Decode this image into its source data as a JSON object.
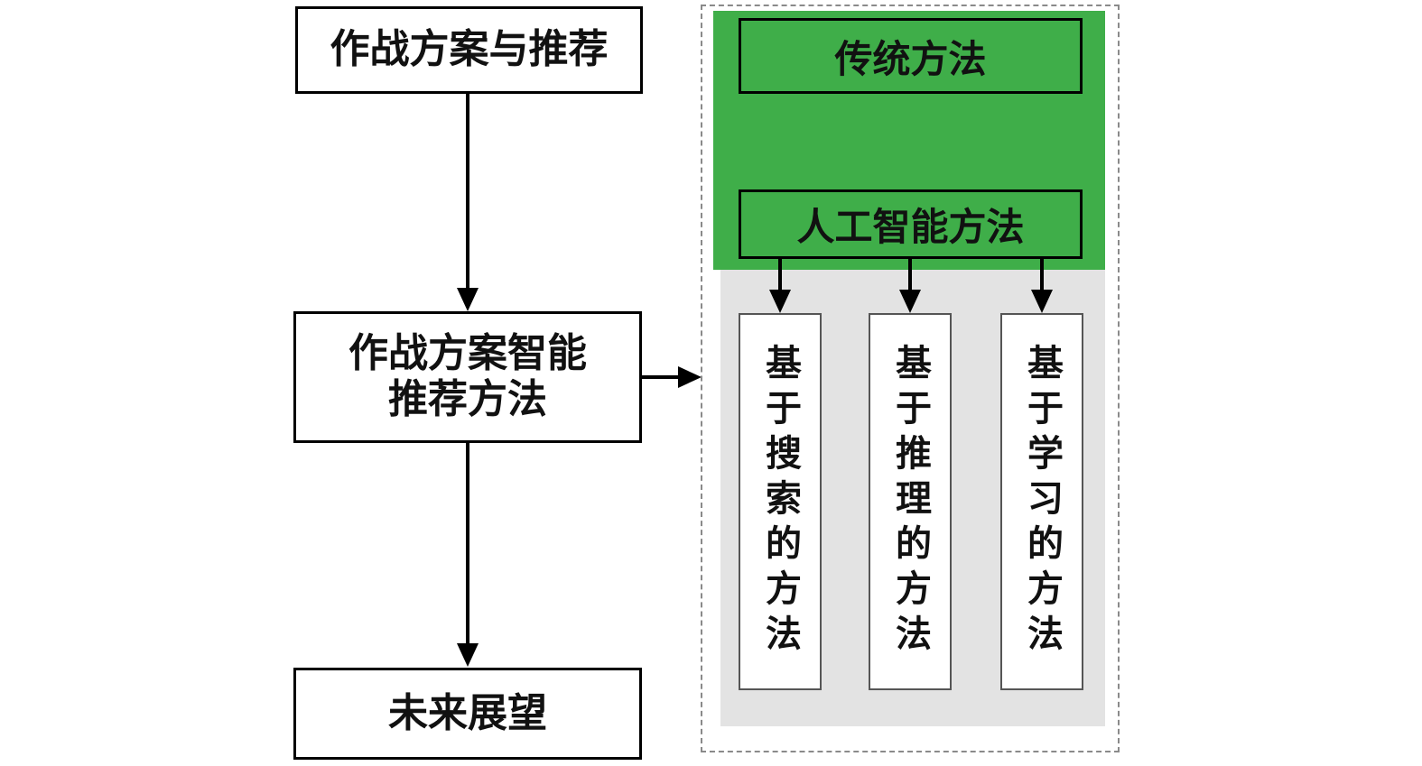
{
  "flow": {
    "top": "作战方案与推荐",
    "middle_line1": "作战方案智能",
    "middle_line2": "推荐方法",
    "bottom": "未来展望"
  },
  "panel": {
    "traditional": "传统方法",
    "ai": "人工智能方法",
    "methods": [
      {
        "label": "基于搜索的方法"
      },
      {
        "label": "基于推理的方法"
      },
      {
        "label": "基于学习的方法"
      }
    ]
  },
  "colors": {
    "green": "#3fae49",
    "gray": "#e3e3e3",
    "line": "#000000",
    "dashed_border": "#8a8a8a"
  }
}
